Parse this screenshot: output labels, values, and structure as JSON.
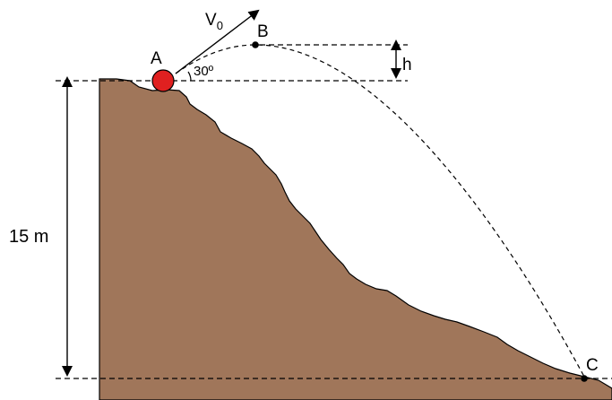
{
  "labels": {
    "point_a": "A",
    "point_b": "B",
    "point_c": "C",
    "velocity": "V",
    "velocity_subscript": "0",
    "angle": "30º",
    "max_height": "h",
    "hill_height": "15 m"
  },
  "colors": {
    "terrain_fill": "#A0765A",
    "ball_fill": "#E02020",
    "line": "#000000"
  }
}
